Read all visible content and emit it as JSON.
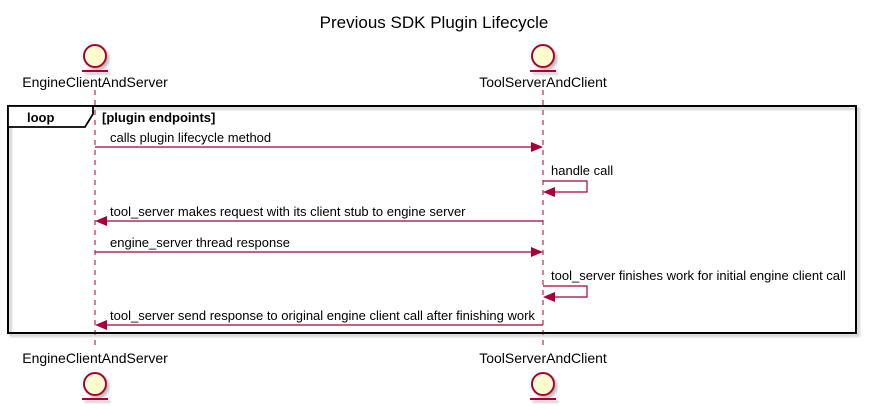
{
  "title": "Previous SDK Plugin Lifecycle",
  "participants": [
    {
      "name": "EngineClientAndServer",
      "icon": "entity-icon"
    },
    {
      "name": "ToolServerAndClient",
      "icon": "entity-icon"
    }
  ],
  "loop_frame": {
    "label": "loop",
    "condition": "[plugin endpoints]"
  },
  "messages": [
    {
      "from": "EngineClientAndServer",
      "to": "ToolServerAndClient",
      "text": "calls plugin lifecycle method",
      "style": "solid-arrow"
    },
    {
      "from": "ToolServerAndClient",
      "to": "ToolServerAndClient",
      "text": "handle call",
      "style": "self-arrow"
    },
    {
      "from": "ToolServerAndClient",
      "to": "EngineClientAndServer",
      "text": "tool_server makes request with its client stub to engine server",
      "style": "solid-arrow"
    },
    {
      "from": "EngineClientAndServer",
      "to": "ToolServerAndClient",
      "text": "engine_server thread response",
      "style": "solid-arrow"
    },
    {
      "from": "ToolServerAndClient",
      "to": "ToolServerAndClient",
      "text": "tool_server finishes work for initial engine client call",
      "style": "self-arrow"
    },
    {
      "from": "ToolServerAndClient",
      "to": "EngineClientAndServer",
      "text": "tool_server send response to original engine client call after finishing work",
      "style": "solid-arrow"
    }
  ],
  "colors": {
    "accent": "#A80036",
    "entity_fill": "#FEFECE",
    "frame_border": "#000000",
    "background": "#FFFFFF",
    "shadow": "#888888"
  }
}
